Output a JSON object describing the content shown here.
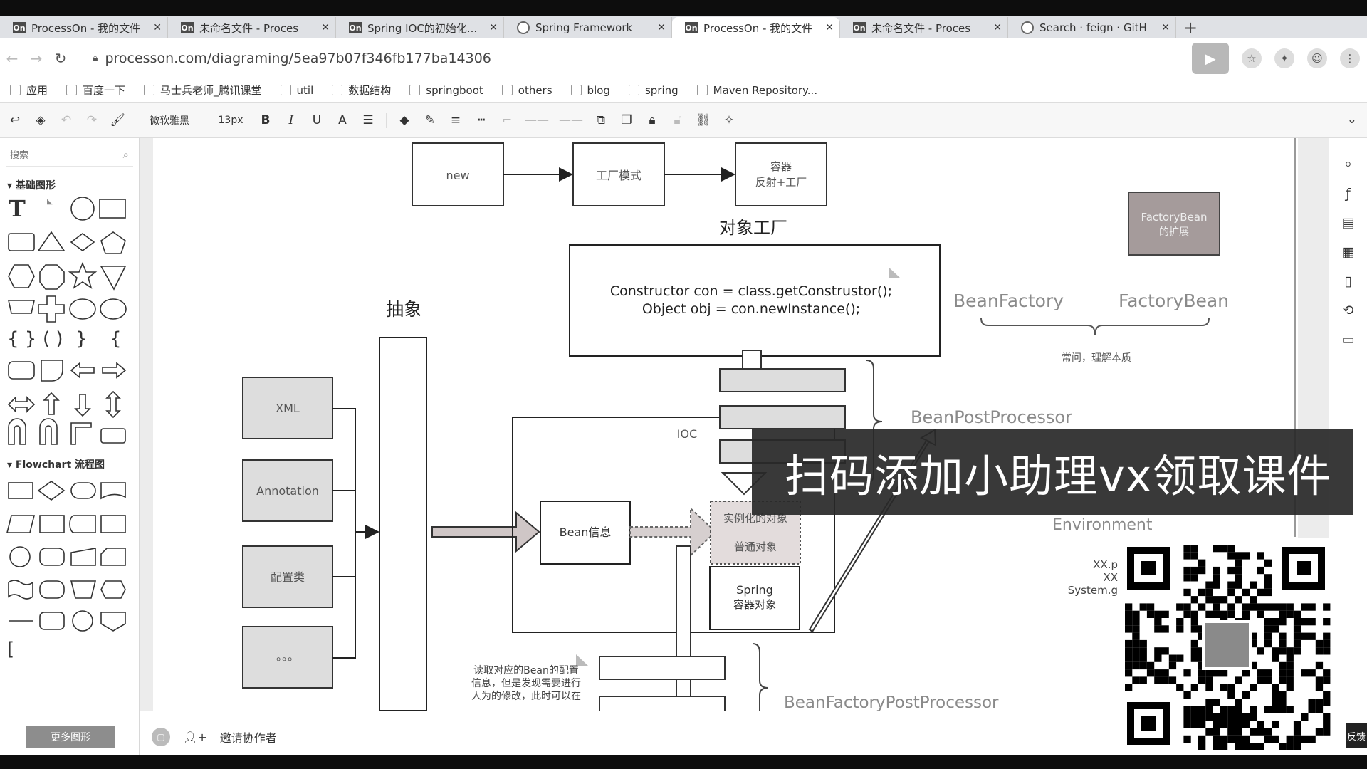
{
  "browser": {
    "tabs": [
      {
        "favicon": "On",
        "title": "ProcessOn - 我的文件",
        "active": false
      },
      {
        "favicon": "On",
        "title": "未命名文件 - Proces",
        "active": false
      },
      {
        "favicon": "On",
        "title": "Spring IOC的初始化...",
        "active": false
      },
      {
        "favicon": "spring-icon",
        "title": "Spring Framework",
        "active": false
      },
      {
        "favicon": "On",
        "title": "ProcessOn - 我的文件",
        "active": true
      },
      {
        "favicon": "On",
        "title": "未命名文件 - Proces",
        "active": false
      },
      {
        "favicon": "github-icon",
        "title": "Search · feign · GitH",
        "active": false
      }
    ],
    "new_tab": "+",
    "url": "processon.com/diagraming/5ea97b07f346fb177ba14306",
    "bookmarks": [
      "应用",
      "百度一下",
      "马士兵老师_腾讯课堂",
      "util",
      "数据结构",
      "springboot",
      "others",
      "blog",
      "spring",
      "Maven Repository..."
    ]
  },
  "toolbar": {
    "font": "微软雅黑",
    "font_size": "13px",
    "bold": "B",
    "italic": "I",
    "underline": "U",
    "font_color": "A"
  },
  "sidebar": {
    "search_placeholder": "搜索",
    "sections": [
      "基础图形",
      "Flowchart 流程图"
    ],
    "more_shapes": "更多图形"
  },
  "footer": {
    "invite": "邀请协作者"
  },
  "overlay": {
    "promo_text": "扫码添加小助理vx领取课件",
    "feedback": "反馈"
  },
  "diagram": {
    "top_boxes": [
      "new",
      "工厂模式",
      "容器\n反射+工厂"
    ],
    "object_factory_label": "对象工厂",
    "code_lines": [
      "Constructor con = class.getConstrustor();",
      "Object obj = con.newInstance();"
    ],
    "factorybean_box": "FactoryBean\n的扩展",
    "beanfactory": "BeanFactory",
    "factorybean": "FactoryBean",
    "brace_note": "常问，理解本质",
    "abstraction": "抽象",
    "sources": [
      "XML",
      "Annotation",
      "配置类",
      "。。。"
    ],
    "bean_info": "Bean信息",
    "ioc": "IOC",
    "instantiated": "实例化的对象",
    "normal_object": "普通对象",
    "spring_object": "Spring\n容器对象",
    "bean_post_processor": "BeanPostProcessor",
    "environment": "Environment",
    "env_items": [
      "XX.p",
      "XX",
      "System.g"
    ],
    "read_note": "读取对应的Bean的配置\n信息，但是发现需要进行\n人为的修改，此时可以在",
    "bean_factory_post_processor": "BeanFactoryPostProcessor"
  },
  "colors": {
    "grey_box": "#dddddd",
    "brown_box": "#a59b9b",
    "label_grey": "#8a8a8a"
  }
}
